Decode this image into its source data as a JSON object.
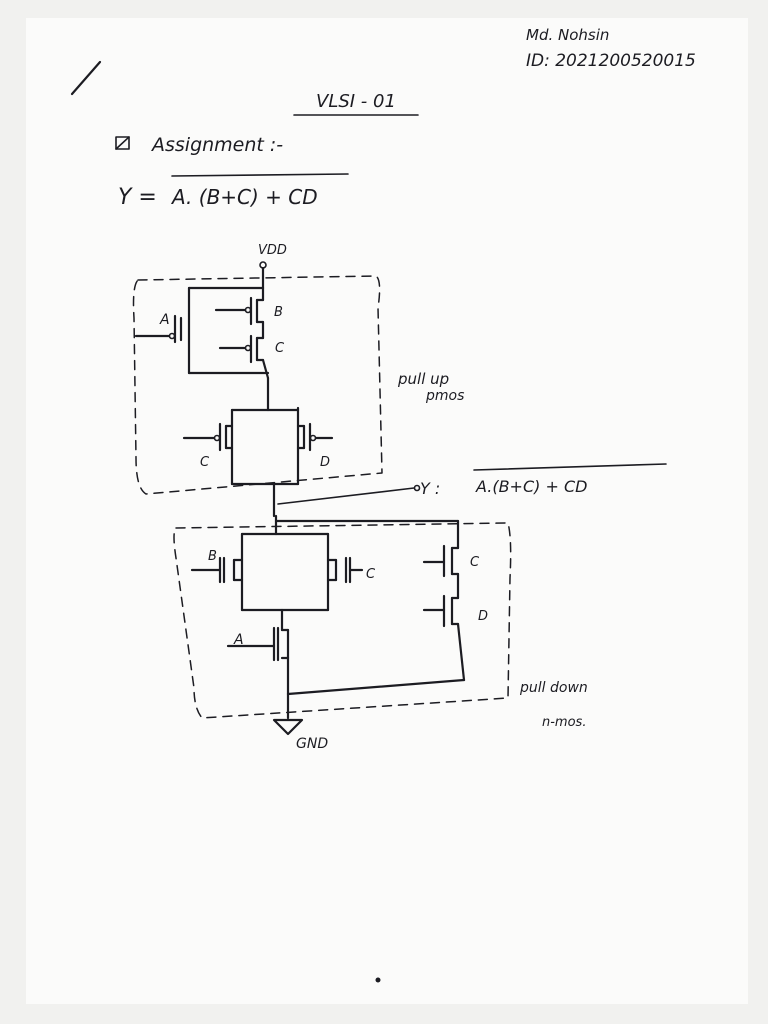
{
  "header": {
    "name": "Md. Nohsin",
    "id": "ID: 2021200520015",
    "course": "VLSI - 01",
    "section": "Assignment :-"
  },
  "equation": {
    "lhs": "Y =",
    "rhs": "A. (B+C) + CD"
  },
  "circuit": {
    "vdd": "VDD",
    "gnd": "GND",
    "output": "Y :",
    "output_expr": "A.(B+C) + CD",
    "pmos_inputs": {
      "a": "A",
      "b": "B",
      "c": "C",
      "c2": "C",
      "d": "D"
    },
    "nmos_inputs": {
      "a": "A",
      "b": "B",
      "c": "C",
      "c2": "C",
      "d": "D"
    },
    "pull_up_label_1": "pull up",
    "pull_up_label_2": "pmos",
    "pull_down_label_1": "pull down",
    "pull_down_label_2": "n-mos."
  }
}
